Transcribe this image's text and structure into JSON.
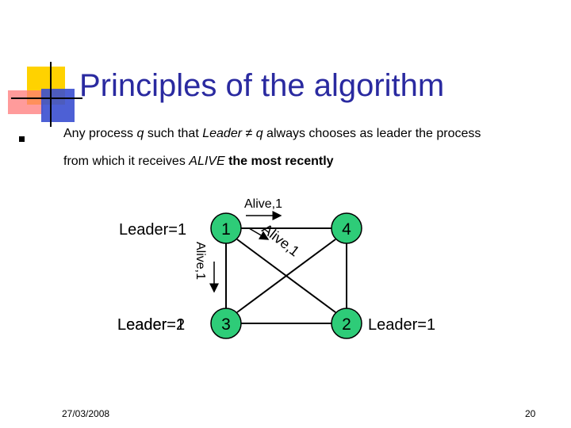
{
  "slide": {
    "title": "Principles of the algorithm",
    "bullet": {
      "part1": "Any process ",
      "q1": "q",
      "part2": " such that ",
      "leader_expr": "Leader ≠ q",
      "part3": " always chooses as leader the process",
      "part4": "from which it receives ",
      "alive": "ALIVE",
      "part5": " the most recently"
    },
    "footer": {
      "date": "27/03/2008",
      "page": "20"
    }
  },
  "diagram": {
    "nodes": [
      {
        "id": "1",
        "label": "1"
      },
      {
        "id": "4",
        "label": "4"
      },
      {
        "id": "3",
        "label": "3"
      },
      {
        "id": "2",
        "label": "2"
      }
    ],
    "leader_labels": {
      "node1": "Leader=1",
      "node3_a": "Leader=1",
      "node3_b": "Leader=2",
      "node2": "Leader=1"
    },
    "messages": {
      "top": "Alive,1",
      "left": "Alive,1",
      "diagonal": "Alive,1"
    },
    "colors": {
      "node_fill": "#2ecc78",
      "title": "#2a2aa0"
    }
  }
}
